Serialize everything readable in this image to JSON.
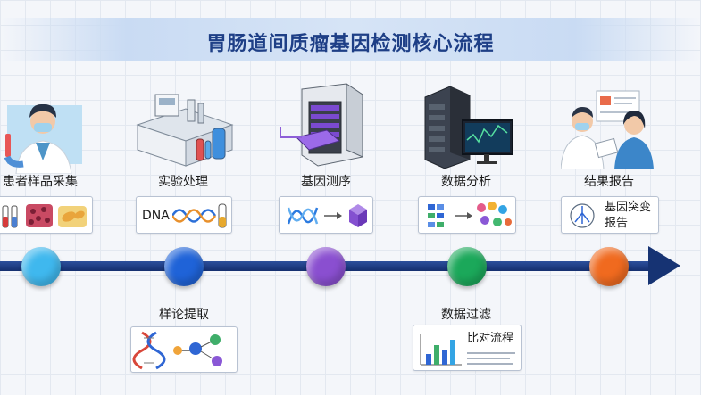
{
  "title": "胃肠道间质瘤基因检测核心流程",
  "top_steps": [
    {
      "label": "患者样品采集",
      "color": "#3fb8ee"
    },
    {
      "label": "实验处理",
      "color": "#1f63d8"
    },
    {
      "label": "基因测序",
      "color": "#8a4fd0"
    },
    {
      "label": "数据分析",
      "color": "#1ba85a"
    },
    {
      "label": "结果报告",
      "color": "#f06a1f"
    }
  ],
  "bottom_steps": [
    {
      "label": "样论提取"
    },
    {
      "label": "数据过滤"
    }
  ],
  "cards": {
    "dna_text": "DNA",
    "variant_text": "基因突变\n报告",
    "compare_text": "比对流程"
  }
}
